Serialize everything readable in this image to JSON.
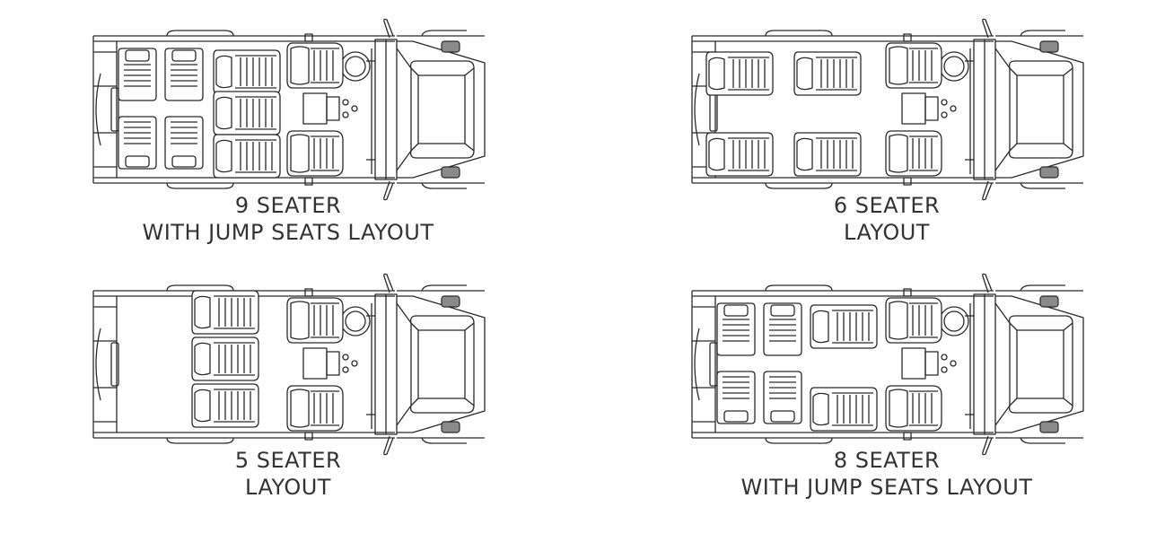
{
  "colors": {
    "line": "#2a2a2a",
    "fill": "#ffffff",
    "dark": "#8a8a8a",
    "text": "#333333"
  },
  "layouts": [
    {
      "id": "nine",
      "line1": "9 SEATER",
      "line2": "WITH JUMP SEATS LAYOUT"
    },
    {
      "id": "six",
      "line1": "6 SEATER",
      "line2": "LAYOUT"
    },
    {
      "id": "five",
      "line1": "5 SEATER",
      "line2": "LAYOUT"
    },
    {
      "id": "eight",
      "line1": "8 SEATER",
      "line2": "WITH JUMP SEATS LAYOUT"
    }
  ]
}
